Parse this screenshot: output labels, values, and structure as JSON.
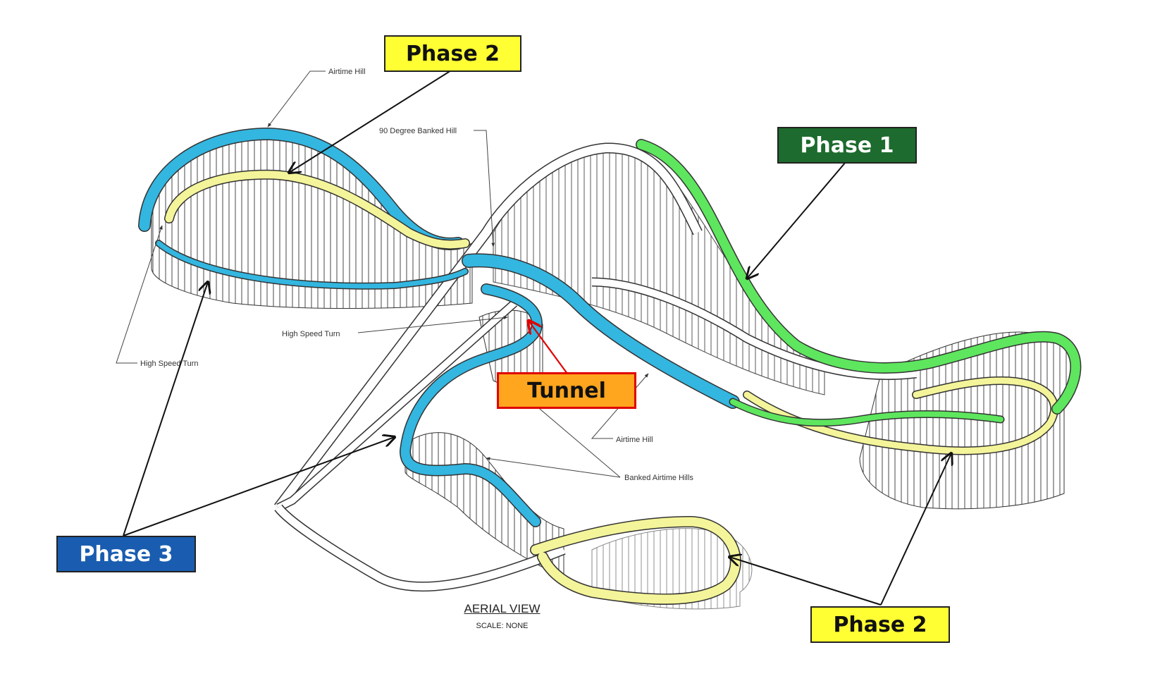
{
  "callouts": {
    "phase2_top": "Phase 2",
    "phase1": "Phase 1",
    "tunnel": "Tunnel",
    "phase3": "Phase 3",
    "phase2_bottom": "Phase 2"
  },
  "drawing_labels": {
    "airtime_hill_top": "Airtime Hill",
    "banked_hill_90": "90 Degree Banked Hill",
    "high_speed_turn_mid": "High Speed Turn",
    "high_speed_turn_left": "High Speed Turn",
    "airtime_hill_mid": "Airtime Hill",
    "banked_airtime_hills": "Banked Airtime Hills"
  },
  "footer": {
    "title": "AERIAL VIEW",
    "scale": "SCALE: NONE"
  },
  "colors": {
    "phase1_track": "#5ee65e",
    "phase2_track": "#f4f49a",
    "phase3_track": "#33b6e0",
    "callout_yellow": "#ffff33",
    "callout_green": "#1d6b2e",
    "callout_blue": "#1a5db0",
    "callout_orange": "#ffa51e",
    "tunnel_arrow": "#e00000"
  }
}
